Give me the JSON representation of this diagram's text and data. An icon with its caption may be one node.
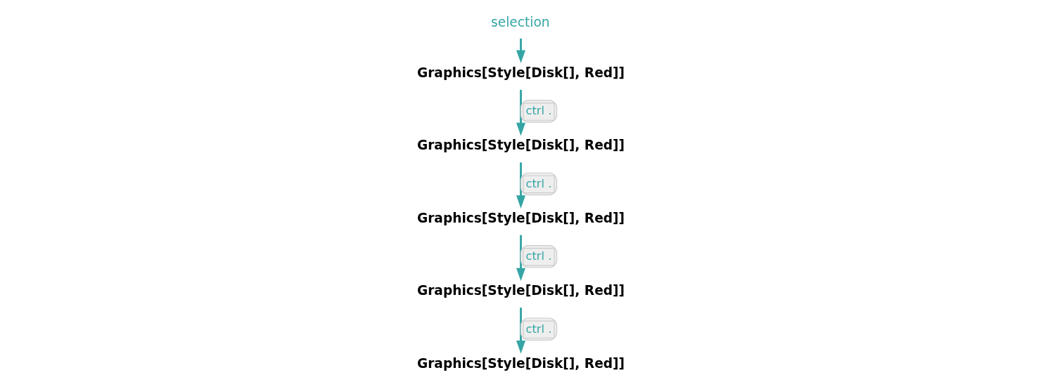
{
  "diagram": {
    "nodes": [
      {
        "text": [
          "selection"
        ]
      },
      {
        "text": [
          "Graphics[Style[Disk[], Red]]"
        ]
      },
      {
        "text": [
          "Graphics[Style[Disk[], Red]]"
        ]
      },
      {
        "text": [
          "Graphics[Style[Disk[], Red]]"
        ]
      },
      {
        "text": [
          "Graphics[Style[Disk[], Red]]"
        ]
      },
      {
        "text": [
          "Graphics[Style[Disk[], Red]]"
        ]
      }
    ],
    "edges": [
      {
        "from": 0,
        "to": 1,
        "arrow": "to"
      },
      {
        "from": 1,
        "to": 2,
        "arrow": "to",
        "label": "ctrl ."
      },
      {
        "from": 2,
        "to": 3,
        "arrow": "to",
        "label": "ctrl ."
      },
      {
        "from": 3,
        "to": 4,
        "arrow": "to",
        "label": "ctrl ."
      },
      {
        "from": 4,
        "to": 5,
        "arrow": "to",
        "label": "ctrl ."
      }
    ]
  }
}
